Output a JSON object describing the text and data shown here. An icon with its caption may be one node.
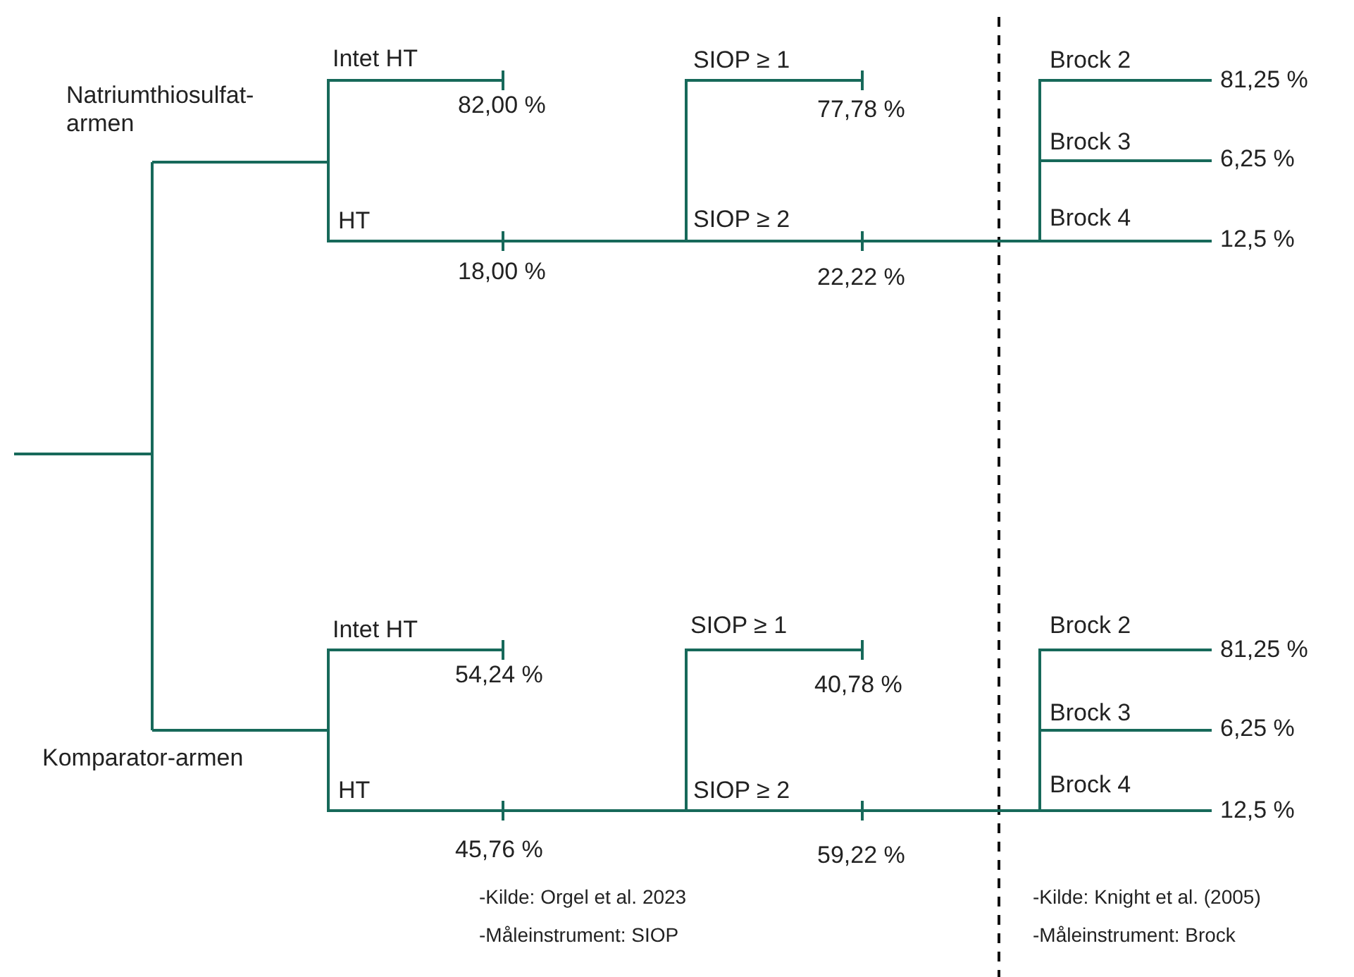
{
  "diagram": {
    "nodes": [
      {
        "text": [
          "Natriumthiosulfat-armen"
        ]
      },
      {
        "text": [
          "Intet HT"
        ],
        "beside": [
          "82,00 %"
        ]
      },
      {
        "text": [
          "HT"
        ],
        "beside": [
          "18,00 %"
        ]
      },
      {
        "text": [
          "SIOP ≥ 1"
        ],
        "beside": [
          "77,78 %"
        ]
      },
      {
        "text": [
          "SIOP ≥ 2"
        ],
        "beside": [
          "22,22 %"
        ]
      },
      {
        "text": [
          "Brock 2"
        ],
        "beside": [
          "81,25 %"
        ]
      },
      {
        "text": [
          "Brock 3"
        ],
        "beside": [
          "6,25 %"
        ]
      },
      {
        "text": [
          "Brock 4"
        ],
        "beside": [
          "12,5 %"
        ]
      },
      {
        "text": [
          "Komparator-armen"
        ]
      },
      {
        "text": [
          "Intet HT"
        ],
        "beside": [
          "54,24 %"
        ]
      },
      {
        "text": [
          "HT"
        ],
        "beside": [
          "45,76 %"
        ]
      },
      {
        "text": [
          "SIOP ≥ 1"
        ],
        "beside": [
          "40,78 %"
        ]
      },
      {
        "text": [
          "SIOP ≥ 2"
        ],
        "beside": [
          "59,22 %"
        ]
      },
      {
        "text": [
          "Brock 2"
        ],
        "beside": [
          "81,25 %"
        ]
      },
      {
        "text": [
          "Brock 3"
        ],
        "beside": [
          "6,25 %"
        ]
      },
      {
        "text": [
          "Brock 4"
        ],
        "beside": [
          "12,5 %"
        ]
      }
    ],
    "edges": [
      {
        "from": null,
        "to": 0,
        "arrow": "none"
      },
      {
        "from": 0,
        "to": 1,
        "arrow": "none"
      },
      {
        "from": 0,
        "to": 2,
        "arrow": "none"
      },
      {
        "from": 2,
        "to": 3,
        "arrow": "none"
      },
      {
        "from": 2,
        "to": 4,
        "arrow": "none"
      },
      {
        "from": 4,
        "to": 5,
        "arrow": "none"
      },
      {
        "from": 4,
        "to": 6,
        "arrow": "none"
      },
      {
        "from": 4,
        "to": 7,
        "arrow": "none"
      },
      {
        "from": null,
        "to": 8,
        "arrow": "none"
      },
      {
        "from": 8,
        "to": 9,
        "arrow": "none"
      },
      {
        "from": 8,
        "to": 10,
        "arrow": "none"
      },
      {
        "from": 10,
        "to": 11,
        "arrow": "none"
      },
      {
        "from": 10,
        "to": 12,
        "arrow": "none"
      },
      {
        "from": 12,
        "to": 13,
        "arrow": "none"
      },
      {
        "from": 12,
        "to": 14,
        "arrow": "none"
      },
      {
        "from": 12,
        "to": 15,
        "arrow": "none"
      }
    ],
    "labels": [
      "-Kilde: Orgel et al. 2023",
      "-Måleinstrument: SIOP",
      "-Kilde: Knight et al. (2005)",
      "-Måleinstrument: Brock"
    ]
  }
}
